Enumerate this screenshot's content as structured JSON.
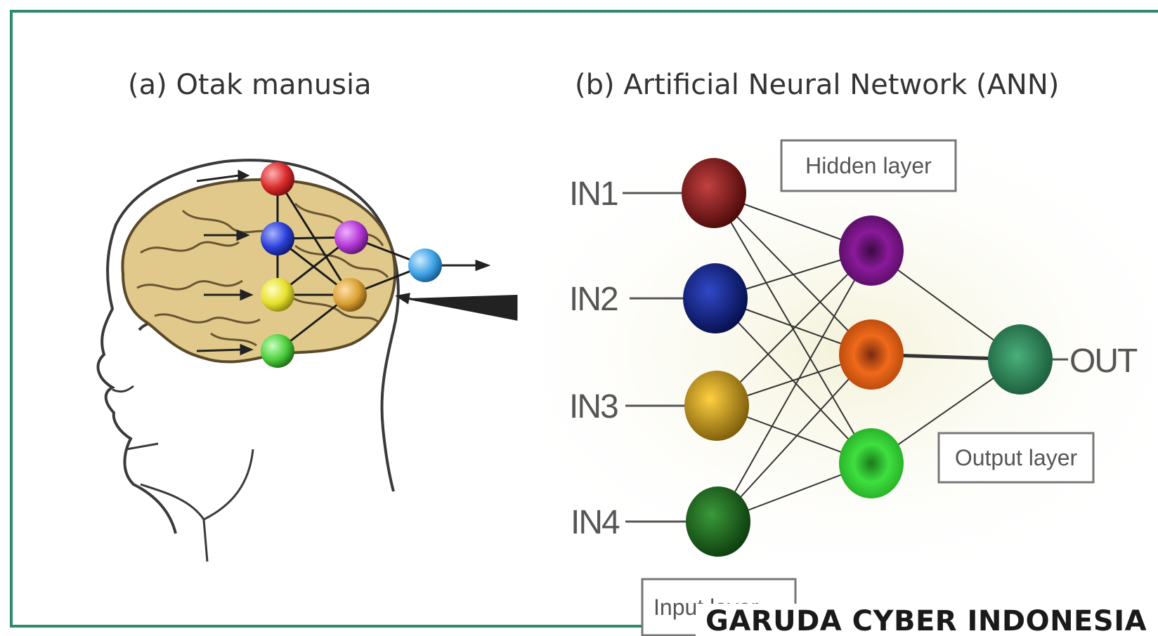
{
  "panel_a": {
    "title": "(a) Otak manusia",
    "neuron_colors": [
      "#d92b2b",
      "#2b3fd9",
      "#b338d6",
      "#e6e02b",
      "#d9a033",
      "#4ccf3c",
      "#3fa3e6"
    ]
  },
  "panel_b": {
    "title": "(b) Artificial Neural Network (ANN)",
    "inputs": [
      "IN1",
      "IN2",
      "IN3",
      "IN4"
    ],
    "output": "OUT",
    "hidden_layer_label": "Hidden layer",
    "output_layer_label": "Output layer",
    "input_layer_label": "Input layer",
    "input_colors": [
      "#7a1111",
      "#0b1d8a",
      "#c9a01a",
      "#1f6b1f"
    ],
    "hidden_colors": [
      "#8a1a9a",
      "#f06a1a",
      "#3fd93f"
    ],
    "output_color": "#2e8b5a"
  },
  "watermark": "GARUDA CYBER INDONESIA",
  "colors": {
    "frame": "#2e8b6a",
    "brain": "#e0c98a",
    "brain_outline": "#5a4a2a"
  }
}
